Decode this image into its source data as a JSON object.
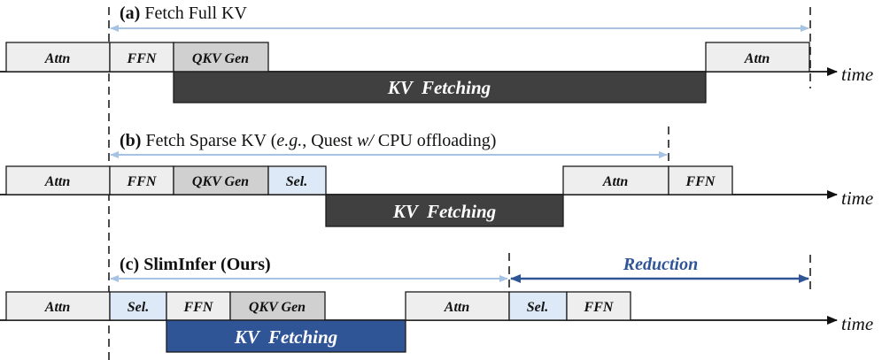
{
  "time_label": "time",
  "colors": {
    "attn": "#eeeeee",
    "qkv": "#d0d0d0",
    "sel": "#dde9f6",
    "kv_dark": "#404040",
    "kv_blue": "#2f5597",
    "span_arrow": "#a6c3e6",
    "reduction": "#2f5597"
  },
  "rows": [
    {
      "id": "a",
      "title_tag": "(a)",
      "title_text": " Fetch Full KV",
      "compute_blocks": [
        "Attn",
        "FFN",
        "QKV Gen",
        "Attn"
      ],
      "kv_fetch": "KV  Fetching"
    },
    {
      "id": "b",
      "title_tag": "(b)",
      "title_text": " Fetch Sparse KV (",
      "title_eg": "e.g.",
      "title_mid": ", Quest ",
      "title_wo": "w/",
      "title_end": " CPU offloading)",
      "compute_blocks": [
        "Attn",
        "FFN",
        "QKV Gen",
        "Sel.",
        "Attn",
        "FFN"
      ],
      "kv_fetch": "KV  Fetching"
    },
    {
      "id": "c",
      "title_tag": "(c) SlimInfer (Ours)",
      "compute_blocks": [
        "Attn",
        "Sel.",
        "FFN",
        "QKV Gen",
        "Attn",
        "Sel.",
        "FFN"
      ],
      "kv_fetch": "KV  Fetching",
      "reduction_label": "Reduction"
    }
  ]
}
